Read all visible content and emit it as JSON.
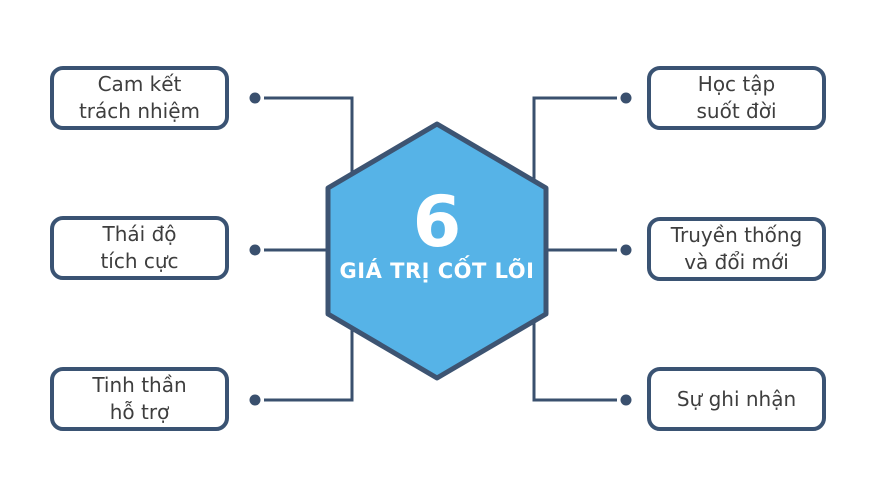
{
  "diagram": {
    "center": {
      "number": "6",
      "title": "GIÁ TRỊ CỐT LÕI"
    },
    "values": [
      {
        "side": "left",
        "line1": "Cam kết",
        "line2": "trách nhiệm"
      },
      {
        "side": "left",
        "line1": "Thái độ",
        "line2": "tích cực"
      },
      {
        "side": "left",
        "line1": "Tinh thần",
        "line2": "hỗ trợ"
      },
      {
        "side": "right",
        "line1": "Học tập",
        "line2": "suốt đời"
      },
      {
        "side": "right",
        "line1": "Truyền thống",
        "line2": "và đổi mới"
      },
      {
        "side": "right",
        "line1": "Sự ghi nhận",
        "line2": ""
      }
    ],
    "colors": {
      "hexagon_fill": "#56B3E7",
      "navy": "#3A506E",
      "box_text": "#3E3E3E",
      "center_text": "#FFFFFF",
      "background": "#FFFFFF"
    }
  }
}
